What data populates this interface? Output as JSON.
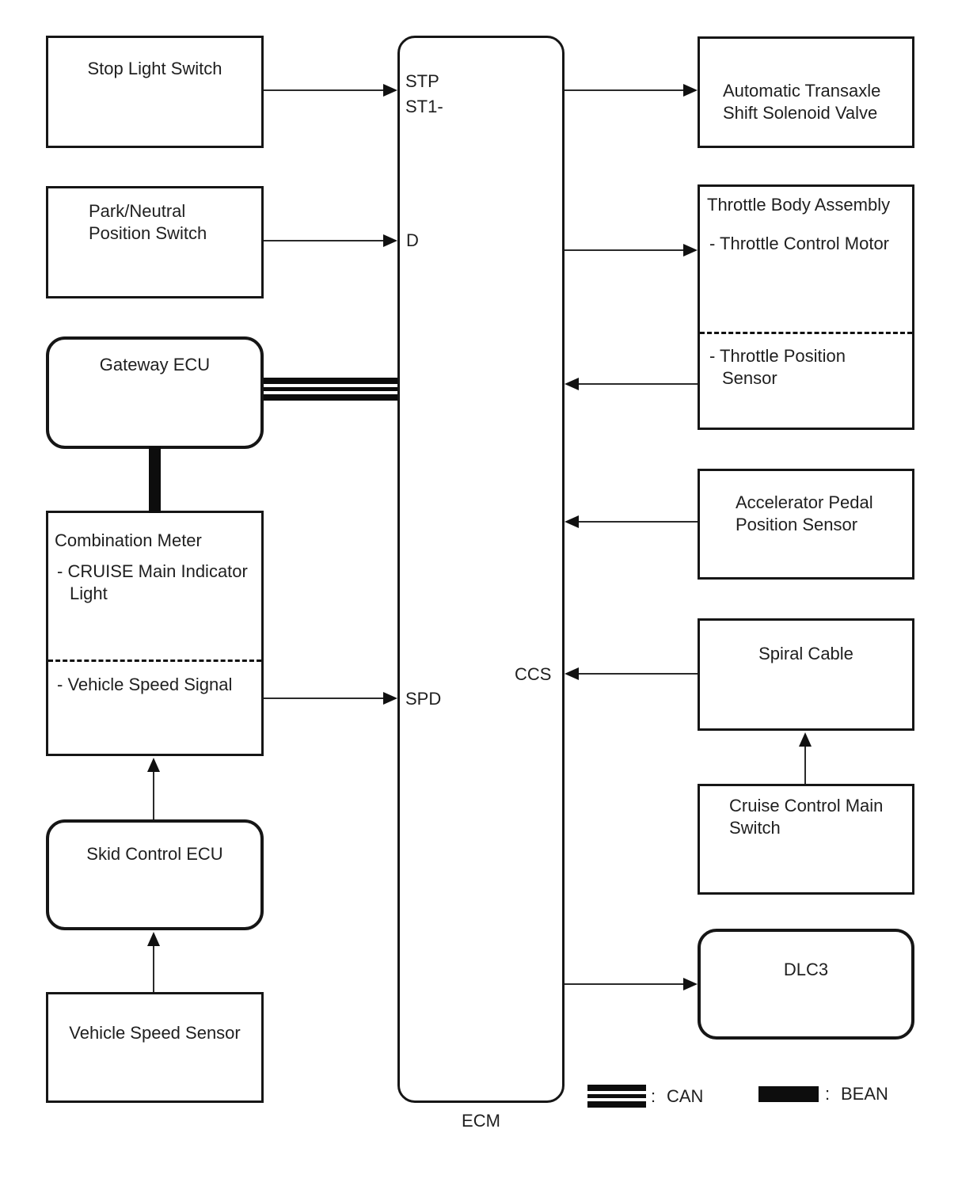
{
  "nodes": {
    "stop_light_switch": {
      "label": "Stop Light Switch"
    },
    "park_neutral_switch": {
      "line1": "Park/Neutral",
      "line2": "Position Switch"
    },
    "gateway_ecu": {
      "label": "Gateway ECU"
    },
    "combination_meter": {
      "title": "Combination Meter",
      "item1_line1": "- CRUISE Main Indicator",
      "item1_line2": "Light",
      "item2": "- Vehicle Speed Signal"
    },
    "skid_control_ecu": {
      "label": "Skid Control ECU"
    },
    "vehicle_speed_sensor": {
      "label": "Vehicle Speed Sensor"
    },
    "automatic_transaxle": {
      "line1": "Automatic Transaxle",
      "line2": "Shift Solenoid Valve"
    },
    "throttle_body": {
      "title": "Throttle Body Assembly",
      "item1": "- Throttle Control Motor",
      "item2_line1": "- Throttle Position",
      "item2_line2": "Sensor"
    },
    "accelerator_pedal": {
      "line1": "Accelerator Pedal",
      "line2": "Position Sensor"
    },
    "spiral_cable": {
      "label": "Spiral Cable"
    },
    "cruise_control_main_switch": {
      "line1": "Cruise Control Main",
      "line2": "Switch"
    },
    "dlc3": {
      "label": "DLC3"
    }
  },
  "ecm": {
    "label": "ECM",
    "pin_stp": "STP",
    "pin_st1": "ST1-",
    "pin_d": "D",
    "pin_spd": "SPD",
    "pin_ccs": "CCS"
  },
  "legend": {
    "can_label": "CAN",
    "bean_label": "BEAN",
    "colon": ":"
  },
  "colors": {
    "background": "#ffffff",
    "border": "#161616",
    "line": "#2a2a2a",
    "text": "#1f1f1f",
    "bus_fill": "#0d0d0d"
  }
}
